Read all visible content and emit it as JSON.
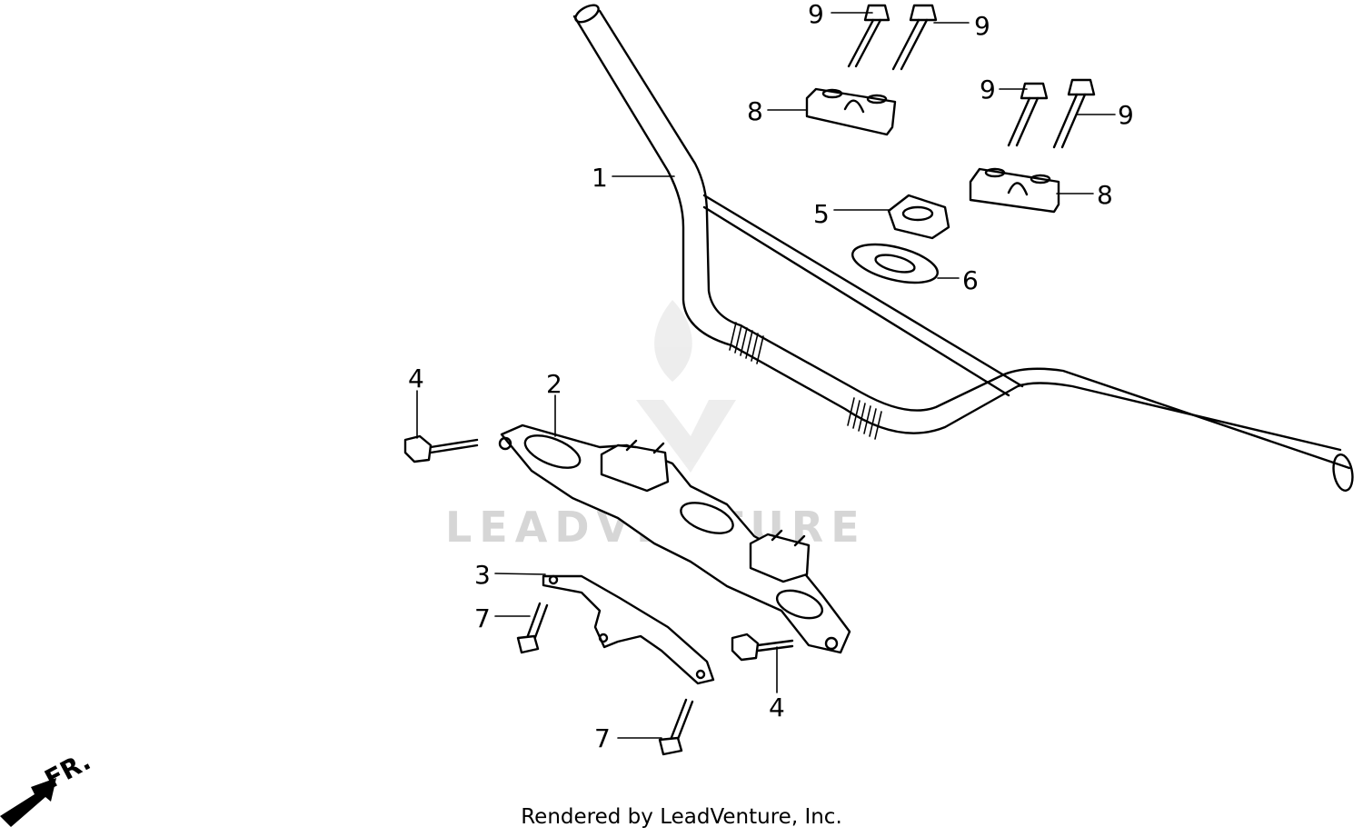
{
  "diagram": {
    "callouts": [
      {
        "id": "c1",
        "label": "1"
      },
      {
        "id": "c2",
        "label": "2"
      },
      {
        "id": "c3",
        "label": "3"
      },
      {
        "id": "c4a",
        "label": "4"
      },
      {
        "id": "c4b",
        "label": "4"
      },
      {
        "id": "c5",
        "label": "5"
      },
      {
        "id": "c6",
        "label": "6"
      },
      {
        "id": "c7a",
        "label": "7"
      },
      {
        "id": "c7b",
        "label": "7"
      },
      {
        "id": "c8a",
        "label": "8"
      },
      {
        "id": "c8b",
        "label": "8"
      },
      {
        "id": "c9a",
        "label": "9"
      },
      {
        "id": "c9b",
        "label": "9"
      },
      {
        "id": "c9c",
        "label": "9"
      },
      {
        "id": "c9d",
        "label": "9"
      }
    ],
    "front_marker": "FR.",
    "watermark": "LEADVENTURE",
    "footer": "Rendered by LeadVenture, Inc."
  }
}
